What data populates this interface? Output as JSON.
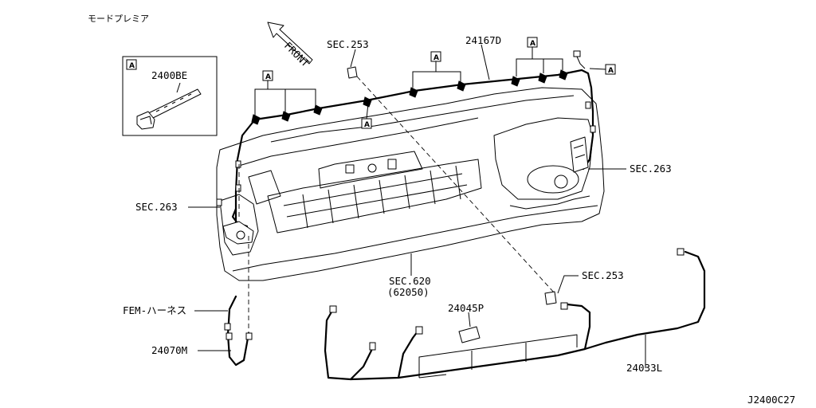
{
  "header": {
    "model_note": "モードプレミア",
    "diagram_code": "J2400C27"
  },
  "direction": {
    "label": "FRONT"
  },
  "marker": {
    "letter": "A"
  },
  "inset": {
    "part_number": "2400BE"
  },
  "callouts": {
    "harness_main": "24167D",
    "sec_253_top": "SEC.253",
    "sec_263_right": "SEC.263",
    "sec_263_left": "SEC.263",
    "sec_620": "SEC.620",
    "sec_620_sub": "(62050)",
    "fem_harness": "FEM-ハーネス",
    "harness_sub": "24070M",
    "bracket_part": "24045P",
    "sec_253_bottom": "SEC.253",
    "harness_lower": "24033L"
  }
}
